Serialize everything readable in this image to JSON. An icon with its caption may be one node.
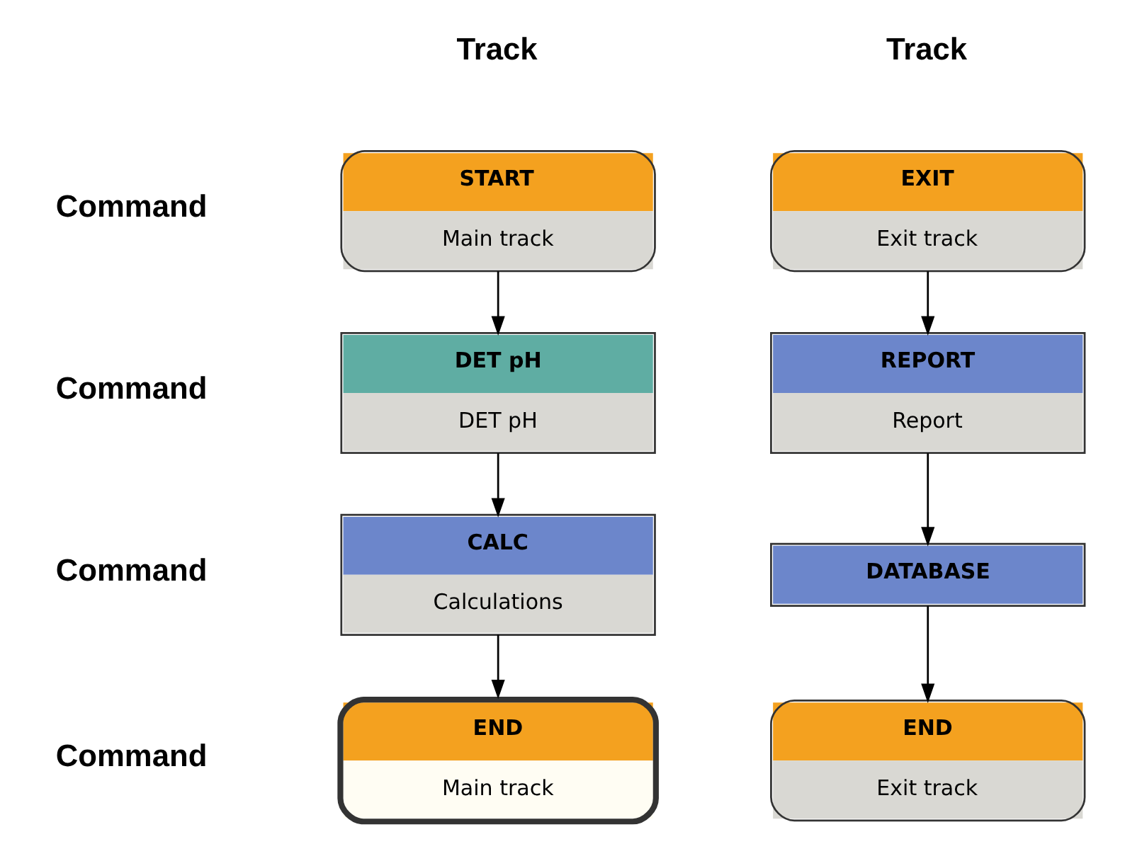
{
  "diagram": {
    "nodes": [
      {
        "text": [
          "START",
          "Main track"
        ]
      },
      {
        "text": [
          "DET pH",
          "DET pH"
        ]
      },
      {
        "text": [
          "CALC",
          "Calculations"
        ]
      },
      {
        "text": [
          "END",
          "Main track"
        ]
      },
      {
        "text": [
          "EXIT",
          "Exit track"
        ]
      },
      {
        "text": [
          "REPORT",
          "Report"
        ]
      },
      {
        "text": [
          "DATABASE"
        ]
      },
      {
        "text": [
          "END",
          "Exit track"
        ]
      }
    ],
    "edges": [
      {
        "from": 0,
        "to": 1,
        "arrow": "to"
      },
      {
        "from": 1,
        "to": 2,
        "arrow": "to"
      },
      {
        "from": 2,
        "to": 3,
        "arrow": "to"
      },
      {
        "from": 4,
        "to": 5,
        "arrow": "to"
      },
      {
        "from": 5,
        "to": 6,
        "arrow": "to"
      },
      {
        "from": 6,
        "to": 7,
        "arrow": "to"
      }
    ],
    "labels": [
      "Track",
      "Track",
      "Command",
      "Command",
      "Command",
      "Command"
    ]
  }
}
